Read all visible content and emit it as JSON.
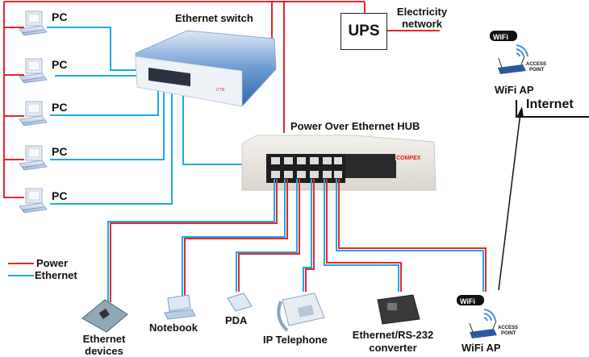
{
  "diagram": {
    "title": "Power Over Ethernet network",
    "nodes": {
      "pcs": [
        {
          "label": "PC"
        },
        {
          "label": "PC"
        },
        {
          "label": "PC"
        },
        {
          "label": "PC"
        },
        {
          "label": "PC"
        }
      ],
      "ethernet_switch": {
        "label": "Ethernet switch"
      },
      "ups": {
        "label": "UPS"
      },
      "electricity_network": {
        "label_line1": "Electricity",
        "label_line2": "network"
      },
      "poe_hub": {
        "label": "Power Over Ethernet HUB",
        "brand": "COMPEX"
      },
      "wifi_ap_top": {
        "label": "WiFi AP",
        "badge": "WiFi",
        "badge_caption_line1": "ACCESS",
        "badge_caption_line2": "POINT"
      },
      "internet": {
        "label": "Internet"
      },
      "devices": [
        {
          "label_line1": "Ethernet",
          "label_line2": "devices"
        },
        {
          "label_line1": "Notebook",
          "label_line2": ""
        },
        {
          "label_line1": "PDA",
          "label_line2": ""
        },
        {
          "label_line1": "IP Telephone",
          "label_line2": ""
        },
        {
          "label_line1": "Ethernet/RS-232",
          "label_line2": "converter"
        },
        {
          "label_line1": "WiFi AP",
          "label_line2": "",
          "badge": "WiFi",
          "badge_caption_line1": "ACCESS",
          "badge_caption_line2": "POINT"
        }
      ]
    },
    "legend": [
      {
        "label": "Power",
        "color": "#e8262c"
      },
      {
        "label": "Ethernet",
        "color": "#1ea8e8"
      }
    ],
    "colors": {
      "power": "#e8262c",
      "ethernet": "#1ea8e8",
      "switch_blue": "#3a78c0",
      "hub_body": "#e6e2dc",
      "hub_panel": "#222222"
    }
  }
}
